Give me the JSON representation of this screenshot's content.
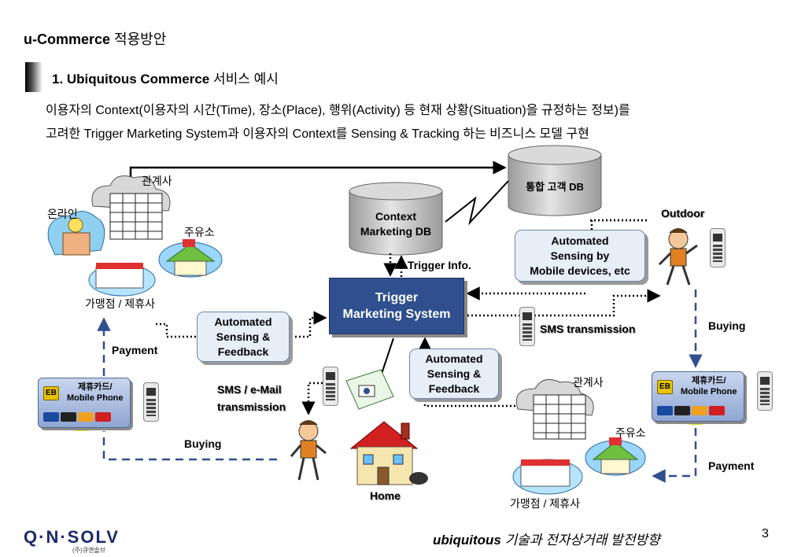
{
  "header": {
    "title_en": "u-Commerce",
    "title_kr": "적용방안",
    "section_en": "1. Ubiquitous Commerce",
    "section_kr": "서비스 예시",
    "desc_line1": "이용자의 Context(이용자의 시간(Time), 장소(Place), 행위(Activity) 등 현재 상황(Situation)을 규정하는 정보)를",
    "desc_line2": "고려한 Trigger Marketing System과 이용자의 Context를 Sensing & Tracking 하는 비즈니스 모델 구현"
  },
  "diagram": {
    "customer_db": "통합 고객 DB",
    "context_db_line1": "Context",
    "context_db_line2": "Marketing DB",
    "trigger_line1": "Trigger",
    "trigger_line2": "Marketing System",
    "trigger_info": "Trigger Info.",
    "auto_mobile_line1": "Automated",
    "auto_mobile_line2": "Sensing by",
    "auto_mobile_line3": "Mobile devices, etc",
    "auto_feedback_left_line1": "Automated",
    "auto_feedback_left_line2": "Sensing &",
    "auto_feedback_left_line3": "Feedback",
    "auto_feedback_mid_line1": "Automated",
    "auto_feedback_mid_line2": "Sensing &",
    "auto_feedback_mid_line3": "Feedback",
    "outdoor": "Outdoor",
    "sms_transmission": "SMS transmission",
    "sms_email_line1": "SMS / e-Mail",
    "sms_email_line2": "transmission",
    "home": "Home",
    "left_affiliate": "관계사",
    "left_online": "온라인",
    "left_gas": "주유소",
    "left_stores": "가맹점 / 제휴사",
    "left_payment": "Payment",
    "left_buying": "Buying",
    "right_affiliate": "관계사",
    "right_gas": "주유소",
    "right_stores": "가맹점 / 제휴사",
    "right_buying": "Buying",
    "right_payment": "Payment",
    "card_left_line1": "제휴카드/",
    "card_left_line2": "Mobile Phone",
    "card_right_line1": "제휴카드/",
    "card_right_line2": "Mobile Phone",
    "card_chip": "EB"
  },
  "footer": {
    "logo": "Q·N·SOLV",
    "logo_sub": "(주)큐엔솔브",
    "title_en": "ubiquitous",
    "title_kr": "기술과 전자상거래 발전방향",
    "page": "3"
  },
  "colors": {
    "trigger_fill": "#2f4f8f",
    "soft_box_fill": "#e6eef8",
    "dashed_arrow": "#2f4f8f",
    "highlight_ring": "#e8e000"
  }
}
